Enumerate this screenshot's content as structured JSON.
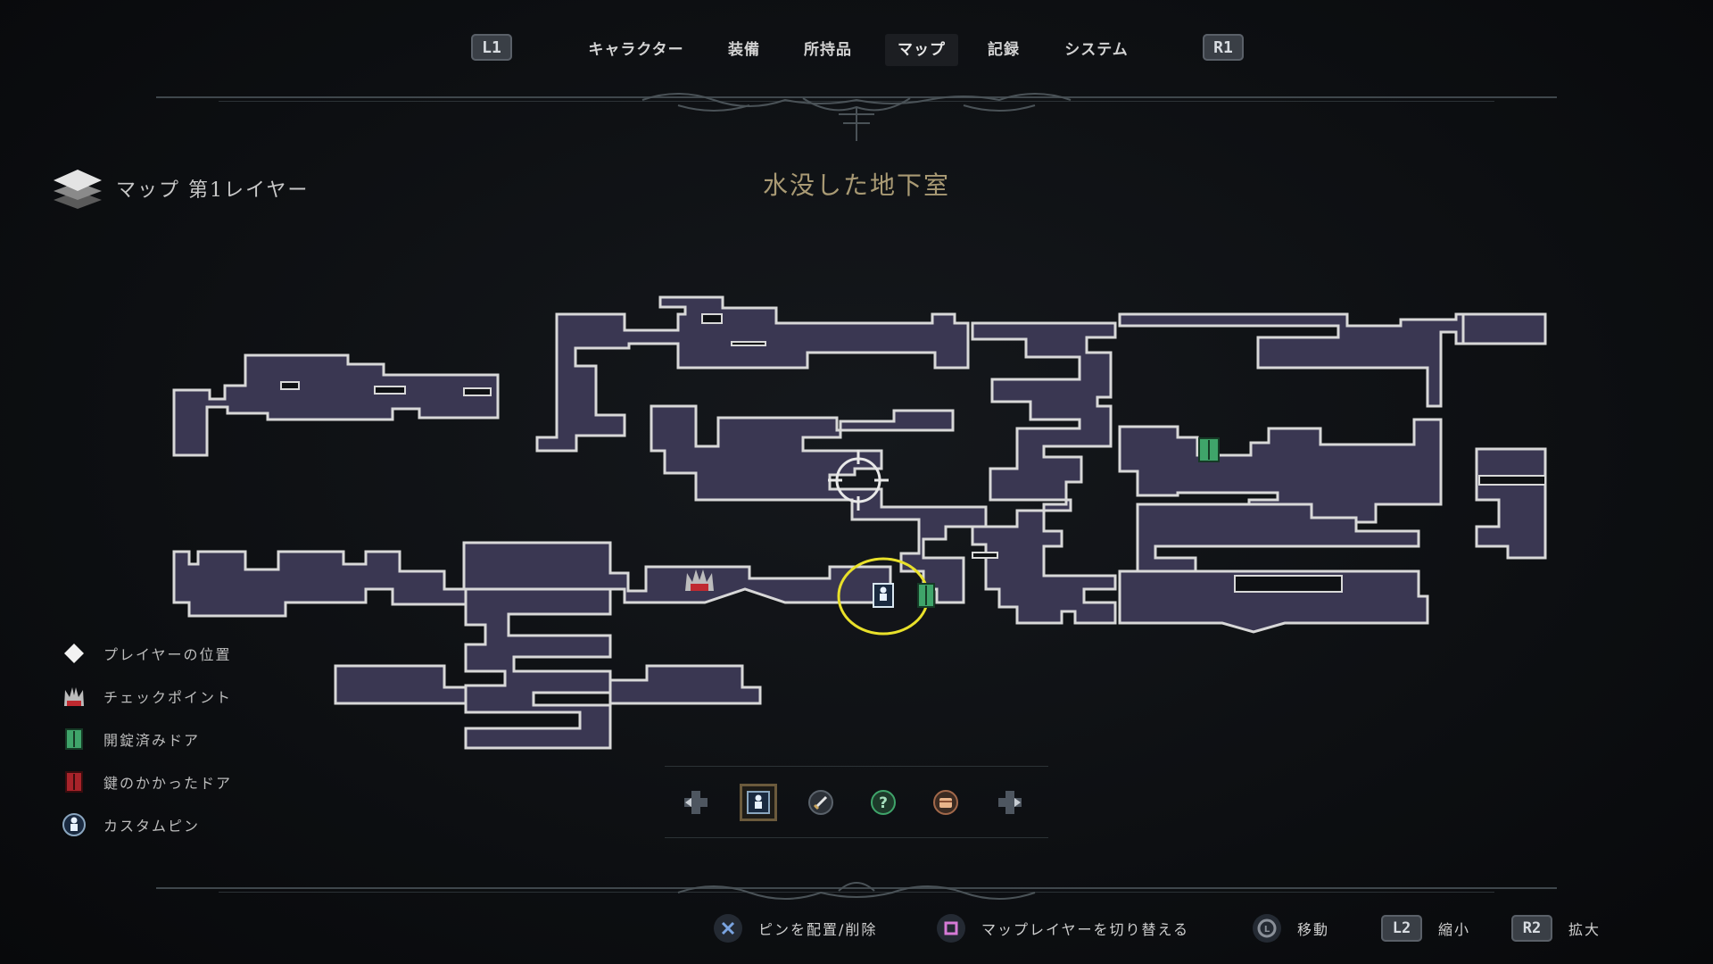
{
  "nav": {
    "left_button": "L1",
    "right_button": "R1",
    "tabs": [
      {
        "label": "キャラクター"
      },
      {
        "label": "装備"
      },
      {
        "label": "所持品"
      },
      {
        "label": "マップ",
        "active": true
      },
      {
        "label": "記録"
      },
      {
        "label": "システム"
      }
    ]
  },
  "layer": {
    "label": "マップ 第1レイヤー",
    "icon": "layers-icon"
  },
  "area_title": "水没した地下室",
  "legend": [
    {
      "icon": "player-position-icon",
      "label": "プレイヤーの位置"
    },
    {
      "icon": "checkpoint-icon",
      "label": "チェックポイント"
    },
    {
      "icon": "unlocked-door-icon",
      "label": "開錠済みドア"
    },
    {
      "icon": "locked-door-icon",
      "label": "鍵のかかったドア"
    },
    {
      "icon": "custom-pin-icon",
      "label": "カスタムピン"
    }
  ],
  "pin_toolbar": [
    {
      "icon": "dpad-left-icon"
    },
    {
      "icon": "custom-pin-icon",
      "selected": true
    },
    {
      "icon": "sword-pin-icon"
    },
    {
      "icon": "question-pin-icon"
    },
    {
      "icon": "chest-pin-icon"
    },
    {
      "icon": "dpad-right-icon"
    }
  ],
  "footer": {
    "place_pin": {
      "button": "cross-button-icon",
      "label": "ピンを配置/削除"
    },
    "switch_layer": {
      "button": "square-button-icon",
      "label": "マップレイヤーを切り替える"
    },
    "move": {
      "button": "left-stick-icon",
      "label": "移動"
    },
    "zoom_out": {
      "button": "L2",
      "label": "縮小"
    },
    "zoom_in": {
      "button": "R2",
      "label": "拡大"
    }
  },
  "colors": {
    "room_fill": "#3a3752",
    "room_outline": "#d8d8d8",
    "unlocked_door": "#3fa46a",
    "locked_door": "#a8232a",
    "highlight_ring": "#e8e02a",
    "title_gold": "#a99a74"
  }
}
